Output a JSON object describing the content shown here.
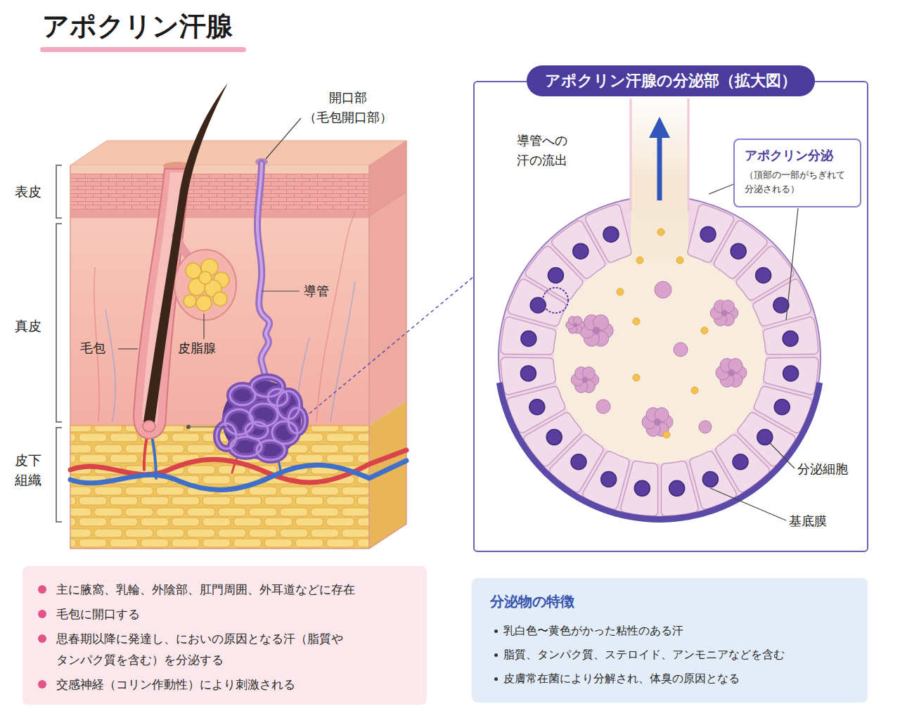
{
  "diagram": {
    "title": "アポクリン汗腺",
    "nodes": [
      {
        "text": [
          "アポクリン汗腺の分泌部（拡大図）"
        ]
      },
      {
        "text": [
          "アポクリン分泌",
          "（頂部の一部がちぎれて 分泌される）"
        ],
        "in": 0
      },
      {
        "text": [
          "主に腋窩、乳輪、外陰部、肛門周囲、外耳道などに存在",
          "毛包に開口する",
          "思春期以降に発達し、においの原因となる汗（脂質や タンパク質を含む）を分泌する",
          "交感神経（コリン作動性）により刺激される"
        ]
      },
      {
        "text": [
          "分泌物の特徴",
          "乳白色〜黄色がかった粘性のある汗",
          "脂質、タンパク質、ステロイド、アンモニアなどを含む",
          "皮膚常在菌により分解され、体臭の原因となる"
        ]
      }
    ],
    "labels": [
      "表皮",
      "真皮",
      "皮下 組織",
      "開口部 （毛包開口部）",
      "導管",
      "皮脂腺",
      "毛包",
      "導管への 汗の流出",
      "分泌細胞",
      "基底膜"
    ]
  }
}
